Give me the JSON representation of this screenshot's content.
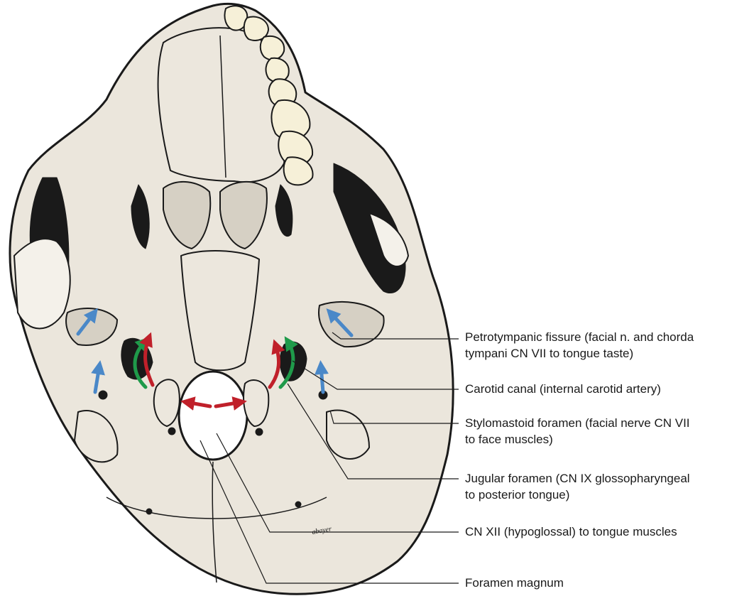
{
  "colors": {
    "bone": "#ebe6dc",
    "ink": "#1a1a1a",
    "blue_arrow": "#4a88c8",
    "red_arrow": "#c0202a",
    "green_arrow": "#1f9a4a",
    "tooth": "#f6f0d8"
  },
  "labels": [
    {
      "id": "petrotympanic",
      "lines": [
        "Petrotympanic fissure (facial n. and chorda",
        "tympani CN VII to tongue taste)"
      ]
    },
    {
      "id": "carotid",
      "lines": [
        "Carotid canal (internal carotid artery)"
      ]
    },
    {
      "id": "stylomastoid",
      "lines": [
        "Stylomastoid foramen (facial nerve CN VII",
        "to face muscles)"
      ]
    },
    {
      "id": "jugular",
      "lines": [
        "Jugular foramen (CN IX glossopharyngeal",
        "to posterior tongue)"
      ]
    },
    {
      "id": "hypoglossal",
      "lines": [
        "CN XII (hypoglossal) to tongue muscles"
      ]
    },
    {
      "id": "magnum",
      "lines": [
        "Foramen magnum"
      ]
    }
  ],
  "signature": "abayer"
}
